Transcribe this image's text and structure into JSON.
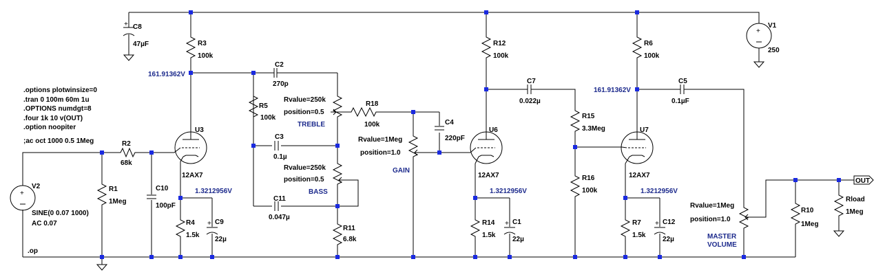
{
  "directives": [
    ".options plotwinsize=0",
    ".tran 0 100m 60m 1u",
    ".OPTIONS numdgt=8",
    ".four 1k 10 v(OUT)",
    ".option noopiter",
    ";ac oct 1000 0.5 1Meg"
  ],
  "op_directive": ".op",
  "components": {
    "C8": {
      "name": "C8",
      "value": "47µF"
    },
    "R3": {
      "name": "R3",
      "value": "100k"
    },
    "C2": {
      "name": "C2",
      "value": "270p"
    },
    "R5": {
      "name": "R5",
      "value": "100k"
    },
    "treble": {
      "rvalue": "Rvalue=250k",
      "position": "position=0.5",
      "label": "TREBLE"
    },
    "R18": {
      "name": "R18",
      "value": "100k"
    },
    "C4": {
      "name": "C4",
      "value": "220pF"
    },
    "gain": {
      "rvalue": "Rvalue=1Meg",
      "position": "position=1.0",
      "label": "GAIN"
    },
    "C3": {
      "name": "C3",
      "value": "0.1µ"
    },
    "bass": {
      "rvalue": "Rvalue=250k",
      "position": "position=0.5",
      "label": "BASS"
    },
    "C11": {
      "name": "C11",
      "value": "0.047µ"
    },
    "R11": {
      "name": "R11",
      "value": "6.8k"
    },
    "R2": {
      "name": "R2",
      "value": "68k"
    },
    "R1": {
      "name": "R1",
      "value": "1Meg"
    },
    "C10": {
      "name": "C10",
      "value": "100pF"
    },
    "U3": {
      "name": "U3",
      "value": "12AX7"
    },
    "R4": {
      "name": "R4",
      "value": "1.5k"
    },
    "C9": {
      "name": "C9",
      "value": "22µ"
    },
    "V2": {
      "name": "V2",
      "line1": "SINE(0 0.07 1000)",
      "line2": "AC 0.07"
    },
    "R12": {
      "name": "R12",
      "value": "100k"
    },
    "C7": {
      "name": "C7",
      "value": "0.022µ"
    },
    "U6": {
      "name": "U6",
      "value": "12AX7"
    },
    "R14": {
      "name": "R14",
      "value": "1.5k"
    },
    "C1": {
      "name": "C1",
      "value": "22µ"
    },
    "R15": {
      "name": "R15",
      "value": "3.3Meg"
    },
    "R16": {
      "name": "R16",
      "value": "100k"
    },
    "R6": {
      "name": "R6",
      "value": "100k"
    },
    "C5": {
      "name": "C5",
      "value": "0.1µF"
    },
    "U7": {
      "name": "U7",
      "value": "12AX7"
    },
    "R7": {
      "name": "R7",
      "value": "1.5k"
    },
    "C12": {
      "name": "C12",
      "value": "22µ"
    },
    "master": {
      "rvalue": "Rvalue=1Meg",
      "position": "position=1.0",
      "label1": "MASTER",
      "label2": "VOLUME"
    },
    "R10": {
      "name": "R10",
      "value": "1Meg"
    },
    "Rload": {
      "name": "Rload",
      "value": "1Meg"
    },
    "V1": {
      "name": "V1",
      "value": "250"
    }
  },
  "node_voltages": {
    "u3_plate": "161.91362V",
    "u3_cathode": "1.3212956V",
    "u6_cathode": "1.3212956V",
    "u7_plate": "161.91362V",
    "u7_cathode": "1.3212956V"
  },
  "net_labels": {
    "out": "OUT"
  },
  "colors": {
    "wire": "#000000",
    "junction": "#1a2ae0",
    "node_text": "#1c2a8c"
  }
}
